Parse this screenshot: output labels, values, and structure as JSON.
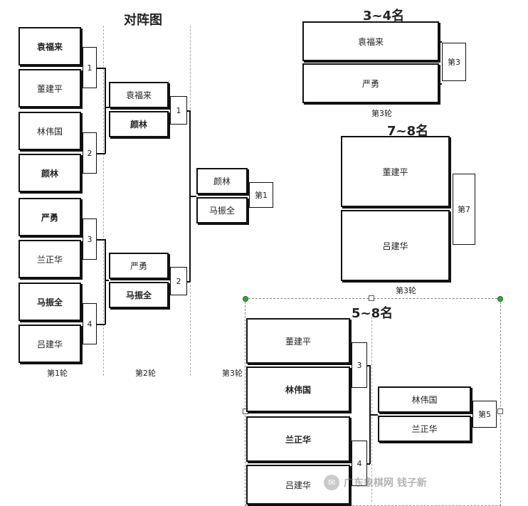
{
  "titles": {
    "main": "对阵图",
    "t34": "3~4名",
    "t78": "7~8名",
    "t58": "5~8名"
  },
  "main": {
    "round1": [
      "袁福来",
      "董建平",
      "林伟国",
      "颜林",
      "严勇",
      "兰正华",
      "马振全",
      "吕建华"
    ],
    "round2": [
      "袁福来",
      "颜林",
      "严勇",
      "马振全"
    ],
    "final": [
      "颜林",
      "马振全"
    ],
    "r1_tags": [
      "1",
      "2",
      "3",
      "4"
    ],
    "r2_tags": [
      "1",
      "2"
    ],
    "final_tag": "第1",
    "round_labels": [
      "第1轮",
      "第2轮",
      "第3轮"
    ]
  },
  "b34": {
    "players": [
      "袁福来",
      "严勇"
    ],
    "tag": "第3",
    "round_label": "第3轮"
  },
  "b78": {
    "players": [
      "董建平",
      "吕建华"
    ],
    "tag": "第7",
    "round_label": "第3轮"
  },
  "b58": {
    "players": [
      "董建平",
      "林伟国",
      "兰正华",
      "吕建华"
    ],
    "tags": [
      "3",
      "4"
    ],
    "winners": [
      "林伟国",
      "兰正华"
    ],
    "final_tag": "第5"
  },
  "watermark": "广东象棋网 钱子新"
}
